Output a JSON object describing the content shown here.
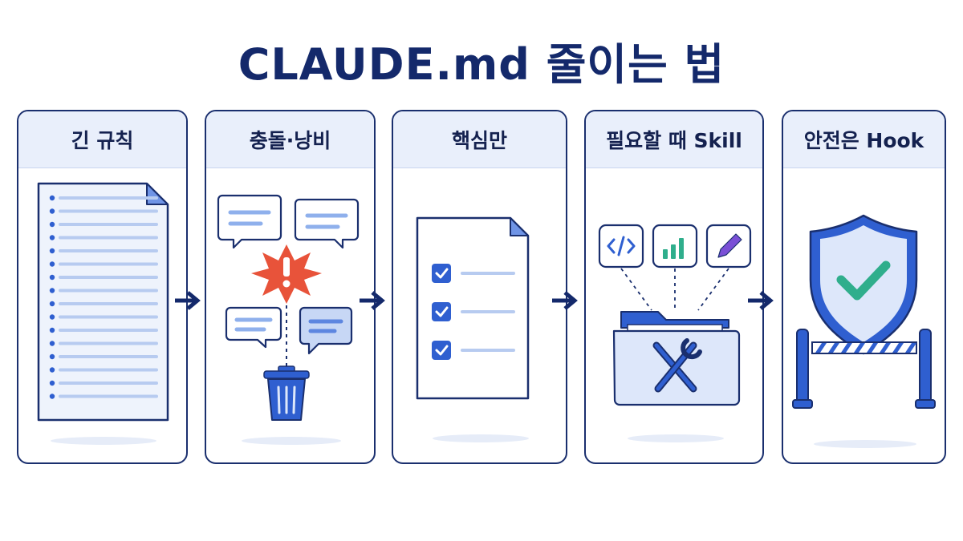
{
  "title": "CLAUDE.md 줄이는 법",
  "steps": [
    {
      "label": "긴 규칙",
      "icon": "long-document-icon"
    },
    {
      "label": "충돌·낭비",
      "icon": "conflict-waste-icon"
    },
    {
      "label": "핵심만",
      "icon": "checklist-document-icon"
    },
    {
      "label": "필요할 때 Skill",
      "icon": "skill-folder-icon"
    },
    {
      "label": "안전은 Hook",
      "icon": "shield-barrier-icon"
    }
  ],
  "colors": {
    "navy": "#1a2f6e",
    "blue": "#2f5fd0",
    "light_blue": "#dde7fa",
    "red": "#e8533a",
    "green": "#2fae8c",
    "purple": "#7a4fd6"
  }
}
